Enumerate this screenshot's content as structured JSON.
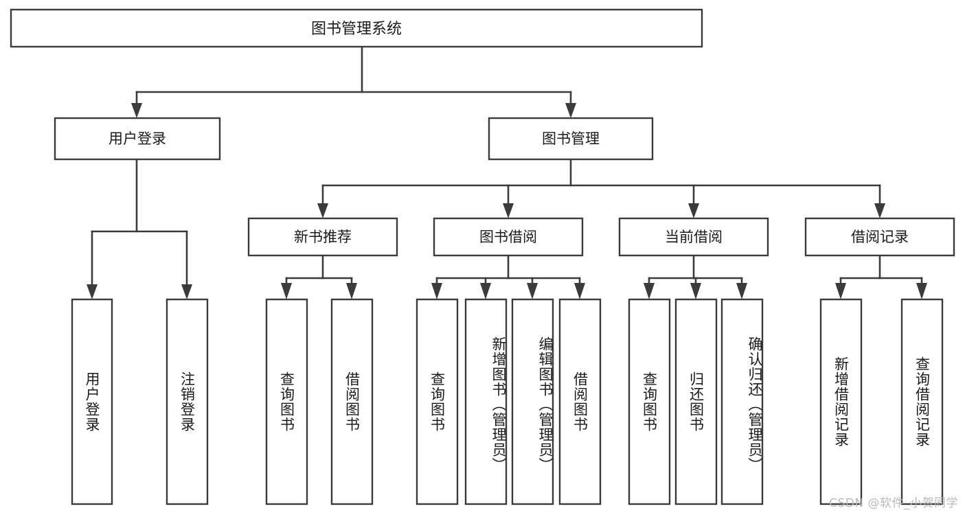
{
  "diagram": {
    "type": "tree-hierarchy",
    "title": "图书管理系统",
    "watermark": "CSDN @软件_小贺同学",
    "colors": {
      "stroke": "#3b3b3b",
      "box_fill": "#ffffff",
      "text": "#1a1a1a",
      "watermark": "#b9b9b9",
      "background": "#ffffff"
    },
    "nodes": {
      "root": {
        "label": "图书管理系统",
        "orientation": "horizontal",
        "level": 0
      },
      "l1": [
        {
          "id": "user-login",
          "label": "用户登录",
          "orientation": "horizontal",
          "level": 1
        },
        {
          "id": "book-manage",
          "label": "图书管理",
          "orientation": "horizontal",
          "level": 1
        }
      ],
      "l2": [
        {
          "id": "new-book-rec",
          "label": "新书推荐",
          "orientation": "horizontal",
          "level": 2,
          "parent": "book-manage"
        },
        {
          "id": "book-borrow",
          "label": "图书借阅",
          "orientation": "horizontal",
          "level": 2,
          "parent": "book-manage"
        },
        {
          "id": "current-borrow",
          "label": "当前借阅",
          "orientation": "horizontal",
          "level": 2,
          "parent": "book-manage"
        },
        {
          "id": "borrow-record",
          "label": "借阅记录",
          "orientation": "horizontal",
          "level": 2,
          "parent": "book-manage"
        }
      ],
      "leaves": [
        {
          "id": "leaf-user-login",
          "label": "用户登录",
          "orientation": "vertical",
          "parent": "user-login"
        },
        {
          "id": "leaf-logout",
          "label": "注销登录",
          "orientation": "vertical",
          "parent": "user-login"
        },
        {
          "id": "leaf-query-book-1",
          "label": "查询图书",
          "orientation": "vertical",
          "parent": "new-book-rec"
        },
        {
          "id": "leaf-borrow-book-1",
          "label": "借阅图书",
          "orientation": "vertical",
          "parent": "new-book-rec"
        },
        {
          "id": "leaf-query-book-2",
          "label": "查询图书",
          "orientation": "vertical",
          "parent": "book-borrow"
        },
        {
          "id": "leaf-add-book",
          "label": "新增图书（管理员）",
          "orientation": "vertical",
          "parent": "book-borrow"
        },
        {
          "id": "leaf-edit-book",
          "label": "编辑图书（管理员）",
          "orientation": "vertical",
          "parent": "book-borrow"
        },
        {
          "id": "leaf-borrow-book-2",
          "label": "借阅图书",
          "orientation": "vertical",
          "parent": "book-borrow"
        },
        {
          "id": "leaf-query-book-3",
          "label": "查询图书",
          "orientation": "vertical",
          "parent": "current-borrow"
        },
        {
          "id": "leaf-return-book",
          "label": "归还图书",
          "orientation": "vertical",
          "parent": "current-borrow"
        },
        {
          "id": "leaf-confirm-return",
          "label": "确认归还（管理员）",
          "orientation": "vertical",
          "parent": "current-borrow"
        },
        {
          "id": "leaf-add-record",
          "label": "新增借阅记录",
          "orientation": "vertical",
          "parent": "borrow-record"
        },
        {
          "id": "leaf-query-record",
          "label": "查询借阅记录",
          "orientation": "vertical",
          "parent": "borrow-record"
        }
      ]
    }
  }
}
